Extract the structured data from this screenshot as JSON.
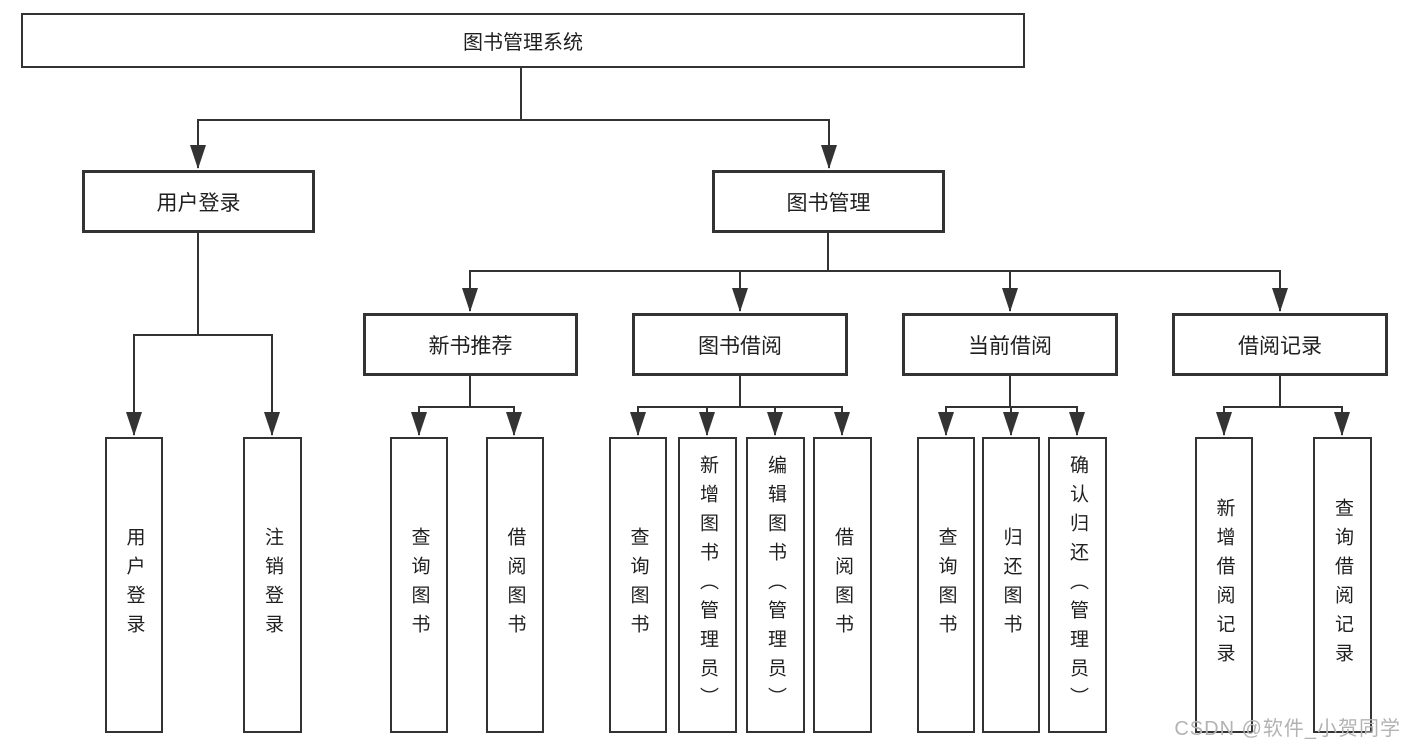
{
  "colors": {
    "line": "#333333",
    "box_border": "#333333",
    "text": "#1f1f1f",
    "background": "#ffffff",
    "watermark": "#b3b3b3"
  },
  "watermark": {
    "text": "CSDN @软件_小贺同学"
  },
  "tree": {
    "root": {
      "label": "图书管理系统"
    },
    "branches": [
      {
        "label": "用户登录",
        "children": [
          {
            "label": "用户登录"
          },
          {
            "label": "注销登录"
          }
        ]
      },
      {
        "label": "图书管理",
        "groups": [
          {
            "label": "新书推荐",
            "children": [
              {
                "label": "查询图书"
              },
              {
                "label": "借阅图书"
              }
            ]
          },
          {
            "label": "图书借阅",
            "children": [
              {
                "label": "查询图书"
              },
              {
                "label": "新增图书（管理员）"
              },
              {
                "label": "编辑图书（管理员）"
              },
              {
                "label": "借阅图书"
              }
            ]
          },
          {
            "label": "当前借阅",
            "children": [
              {
                "label": "查询图书"
              },
              {
                "label": "归还图书"
              },
              {
                "label": "确认归还（管理员）"
              }
            ]
          },
          {
            "label": "借阅记录",
            "children": [
              {
                "label": "新增借阅记录"
              },
              {
                "label": "查询借阅记录"
              }
            ]
          }
        ]
      }
    ]
  }
}
